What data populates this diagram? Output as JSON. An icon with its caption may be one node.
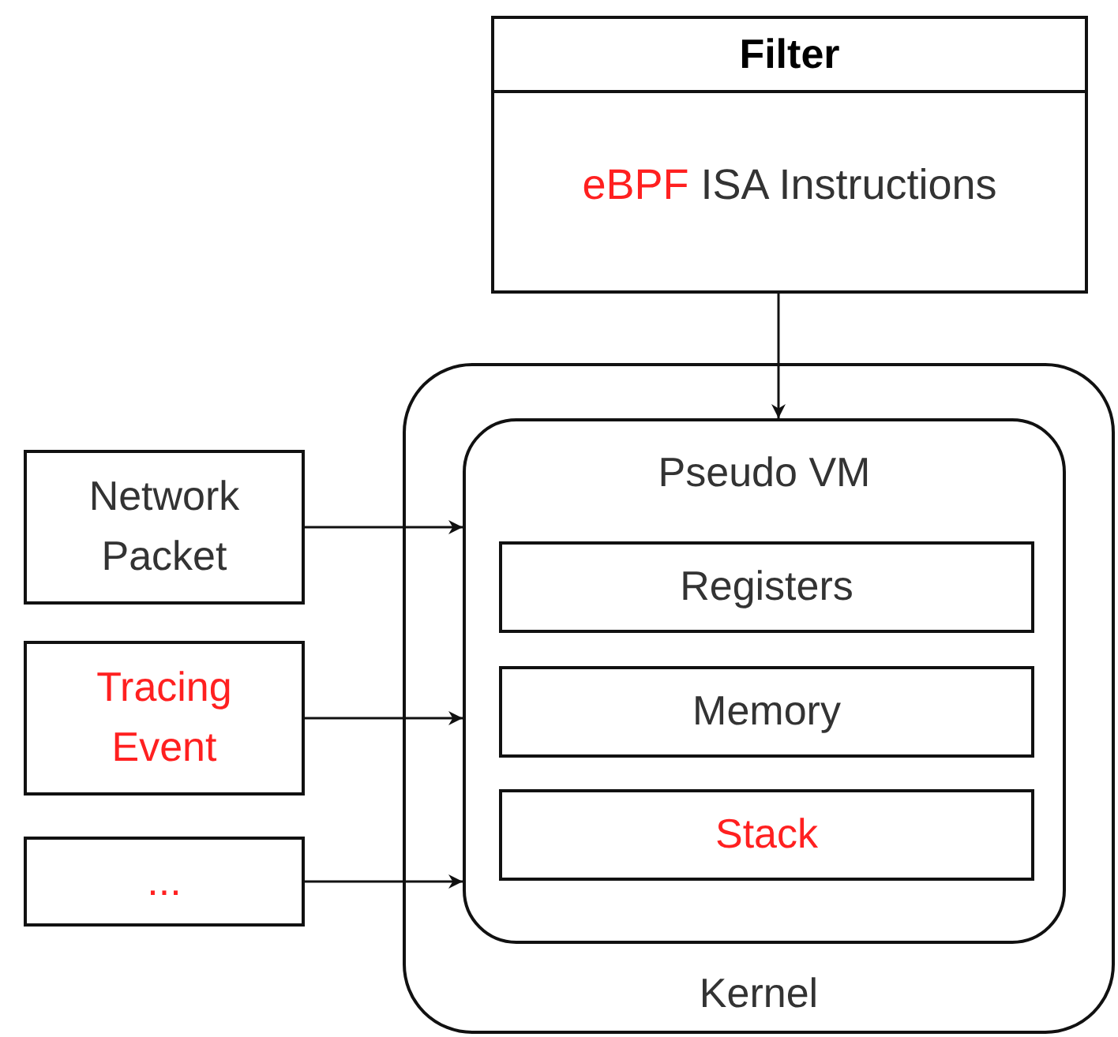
{
  "diagram": {
    "nodes": [
      {
        "text": [
          "Filter",
          "eBPF ISA Instructions"
        ]
      },
      {
        "text": [
          "Kernel"
        ]
      },
      {
        "text": [
          "Pseudo VM"
        ],
        "in": 1
      },
      {
        "text": [
          "Registers"
        ],
        "in": 2
      },
      {
        "text": [
          "Memory"
        ],
        "in": 2
      },
      {
        "text": [
          "Stack"
        ],
        "in": 2
      },
      {
        "text": [
          "Network Packet"
        ]
      },
      {
        "text": [
          "Tracing Event"
        ]
      },
      {
        "text": [
          "..."
        ]
      }
    ],
    "edges": [
      {
        "from": 0,
        "to": 2,
        "arrow": "to"
      },
      {
        "from": 6,
        "to": 2,
        "arrow": "to"
      },
      {
        "from": 7,
        "to": 2,
        "arrow": "to"
      },
      {
        "from": 8,
        "to": 2,
        "arrow": "to"
      }
    ]
  }
}
